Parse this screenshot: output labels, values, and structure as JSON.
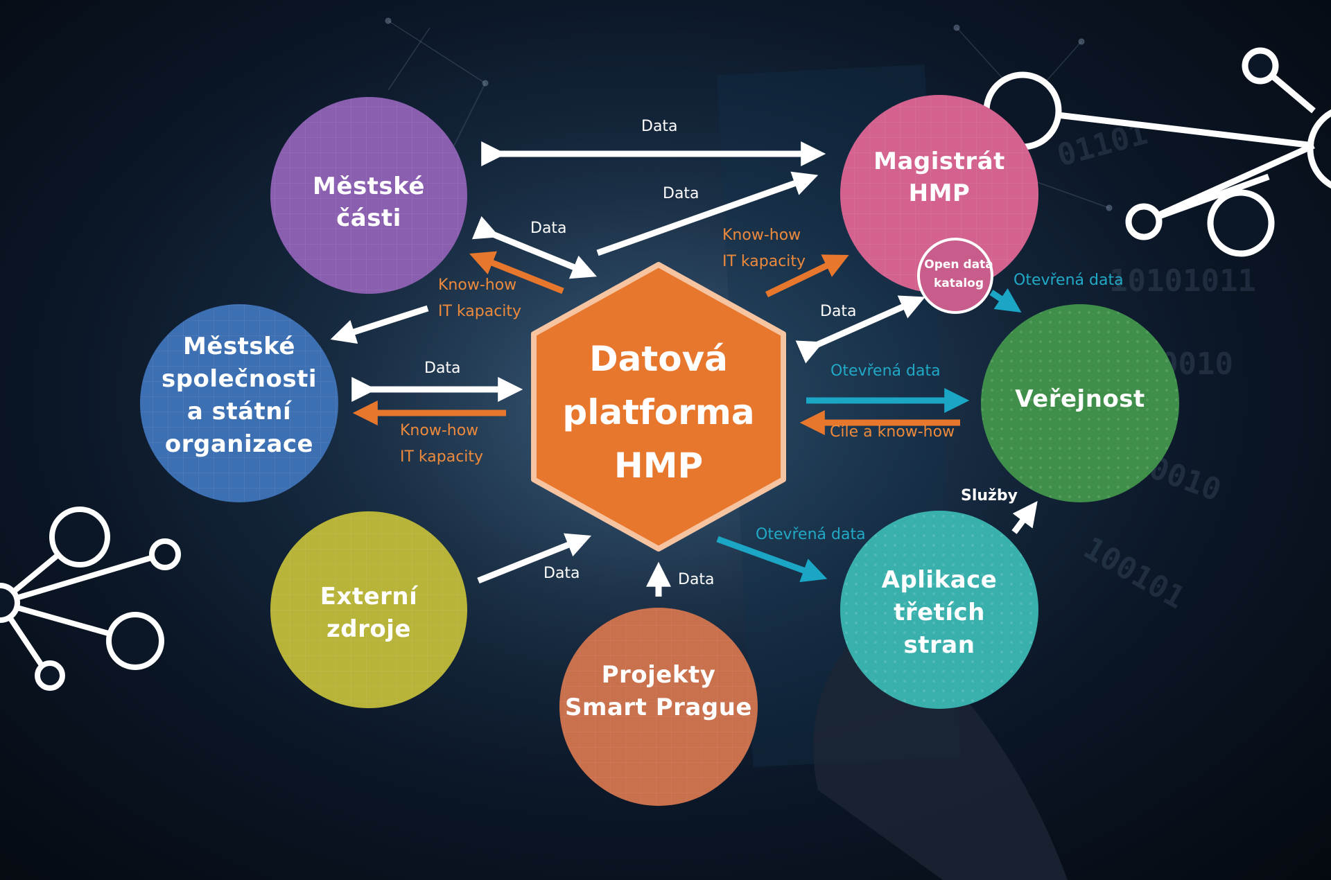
{
  "hub": {
    "lines": [
      "Datová",
      "platforma",
      "HMP"
    ]
  },
  "nodes": {
    "mestske_casti": {
      "lines": [
        "Městské",
        "části"
      ],
      "color": "#8a5fb0"
    },
    "magistrat": {
      "lines": [
        "Magistrát",
        "HMP"
      ],
      "color": "#d4628f"
    },
    "mestske_spolecnosti": {
      "lines": [
        "Městské",
        "společnosti",
        "a státní",
        "organizace"
      ],
      "color": "#3d6fb3"
    },
    "verejnost": {
      "lines": [
        "Veřejnost"
      ],
      "color": "#3f8f4a"
    },
    "externi_zdroje": {
      "lines": [
        "Externí",
        "zdroje"
      ],
      "color": "#b8b43a"
    },
    "aplikace": {
      "lines": [
        "Aplikace",
        "třetích",
        "stran"
      ],
      "color": "#3ab0ad"
    },
    "projekty": {
      "lines": [
        "Projekty",
        "Smart Prague"
      ],
      "color": "#c9704d"
    },
    "catalog": {
      "lines": [
        "Open data",
        "katalog"
      ],
      "color": "#c85c8a"
    }
  },
  "edges": {
    "top_data": "Data",
    "hub_magistrat_data": "Data",
    "hub_casti_data": "Data",
    "casti_knowhow": "Know-how",
    "casti_itkap": "IT kapacity",
    "magistrat_knowhow": "Know-how",
    "magistrat_itkap": "IT kapacity",
    "spolecnosti_data": "Data",
    "spolecnosti_knowhow": "Know-how",
    "spolecnosti_itkap": "IT kapacity",
    "catalog_data": "Data",
    "catalog_open": "Otevřená data",
    "verejnost_open": "Otevřená data",
    "verejnost_cile": "Cíle a know-how",
    "aplikace_open": "Otevřená data",
    "sluzby": "Služby",
    "externi_data": "Data",
    "projekty_data": "Data"
  },
  "colors": {
    "white": "#ffffff",
    "orange": "#e8772e",
    "teal": "#1aa6c4",
    "hub_fill": "#e8772e",
    "hub_stroke": "#f6c4a1"
  }
}
